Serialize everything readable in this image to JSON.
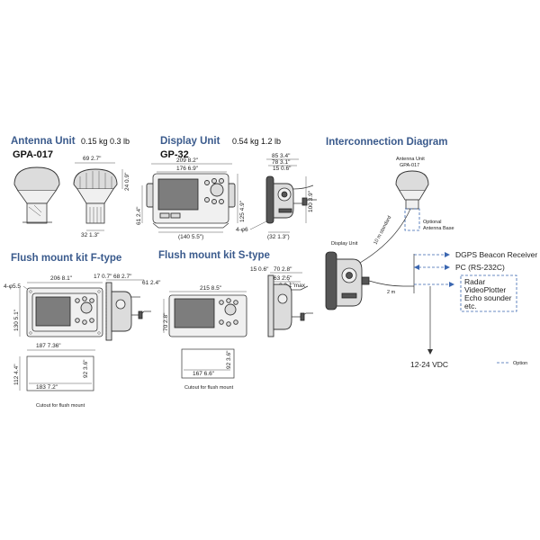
{
  "antenna": {
    "heading": "Antenna Unit",
    "weight": "0.15 kg  0.3 lb",
    "model": "GPA-017",
    "dims": {
      "width": "69  2.7\"",
      "height": "24  0.9\"",
      "base": "32  1.3\""
    }
  },
  "display": {
    "heading": "Display Unit",
    "weight": "0.54 kg  1.2 lb",
    "model": "GP-32",
    "dims": {
      "outer_width": "209  8.2\"",
      "inner_width": "176  6.9\"",
      "height": "125  4.9\"",
      "height2": "61  2.4\"",
      "bottom": "(140  5.5\")",
      "side_top": "85  3.4\"",
      "side_mid": "78  3.1\"",
      "side_depth": "15  0.6\"",
      "side_height": "100  3.9\"",
      "side_bottom": "(32  1.3\")",
      "hole": "4-φ6"
    }
  },
  "flush_f": {
    "heading": "Flush mount kit F-type",
    "dims": {
      "hole": "4-φ5.5",
      "width": "206  8.1\"",
      "height": "130  5.1\"",
      "depth1": "17  0.7\"",
      "depth2": "68  2.7\"",
      "depth3": "61  2.4\"",
      "cut_width": "187  7.36\"",
      "cut_height": "112  4.4\"",
      "cut_inner": "183  7.2\"",
      "cut_side": "92  3.6\""
    },
    "cutout_label": "Cutout for flush mount"
  },
  "flush_s": {
    "heading": "Flush mount kit S-type",
    "dims": {
      "width": "215  8.5\"",
      "height": "70  2.8\"",
      "top_a": "15  0.6\"",
      "top_b": "70  2.8\"",
      "mid_a": "63  2.5\"",
      "mid_b": "2  0.1\"max",
      "cut_width": "167  6.6\"",
      "cut_side": "92  3.6\""
    },
    "cutout_label": "Cutout for flush mount"
  },
  "interconnect": {
    "heading": "Interconnection Diagram",
    "antenna_label": "Antenna Unit",
    "antenna_model": "GPA-017",
    "cable_label": "10 m standard",
    "optional_base": "Optional",
    "optional_base2": "Antenna Base",
    "display_label": "Display Unit",
    "dgps": "DGPS Beacon Receiver",
    "pc": "PC (RS-232C)",
    "radar": "Radar",
    "videoplotter": "VideoPlotter",
    "echo": "Echo sounder",
    "etc": "etc.",
    "length": "2 m",
    "power": "12-24 VDC",
    "legend_option": "Option"
  }
}
